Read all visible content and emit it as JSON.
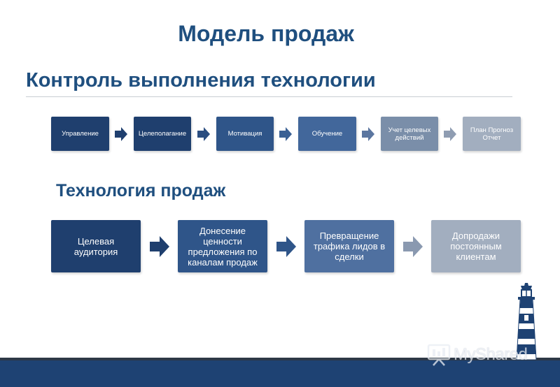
{
  "title": "Модель продаж",
  "section1": {
    "heading": "Контроль выполнения технологии",
    "steps": [
      {
        "label": "Управление",
        "color": "#1f3f6e"
      },
      {
        "label": "Целеполагание",
        "color": "#1f3f6e"
      },
      {
        "label": "Мотивация",
        "color": "#2f5589"
      },
      {
        "label": "Обучение",
        "color": "#42679b"
      },
      {
        "label": "Учет целевых действий",
        "color": "#7a8ea9"
      },
      {
        "label": "План Прогноз Отчет",
        "color": "#a2aebf"
      }
    ]
  },
  "section2": {
    "heading": "Технология продаж",
    "steps": [
      {
        "label": "Целевая аудитория",
        "color": "#1f3f6e"
      },
      {
        "label": "Донесение ценности предложения по каналам продаж",
        "color": "#2f5589"
      },
      {
        "label": "Превращение трафика лидов в сделки",
        "color": "#4f70a0"
      },
      {
        "label": "Допродажи постоянным клиентам",
        "color": "#a2aebf"
      }
    ]
  },
  "watermark": "MyShared",
  "icons": {
    "arrow": "arrow-right-icon",
    "lighthouse": "lighthouse-icon",
    "watermark_logo": "presentation-board-icon"
  }
}
